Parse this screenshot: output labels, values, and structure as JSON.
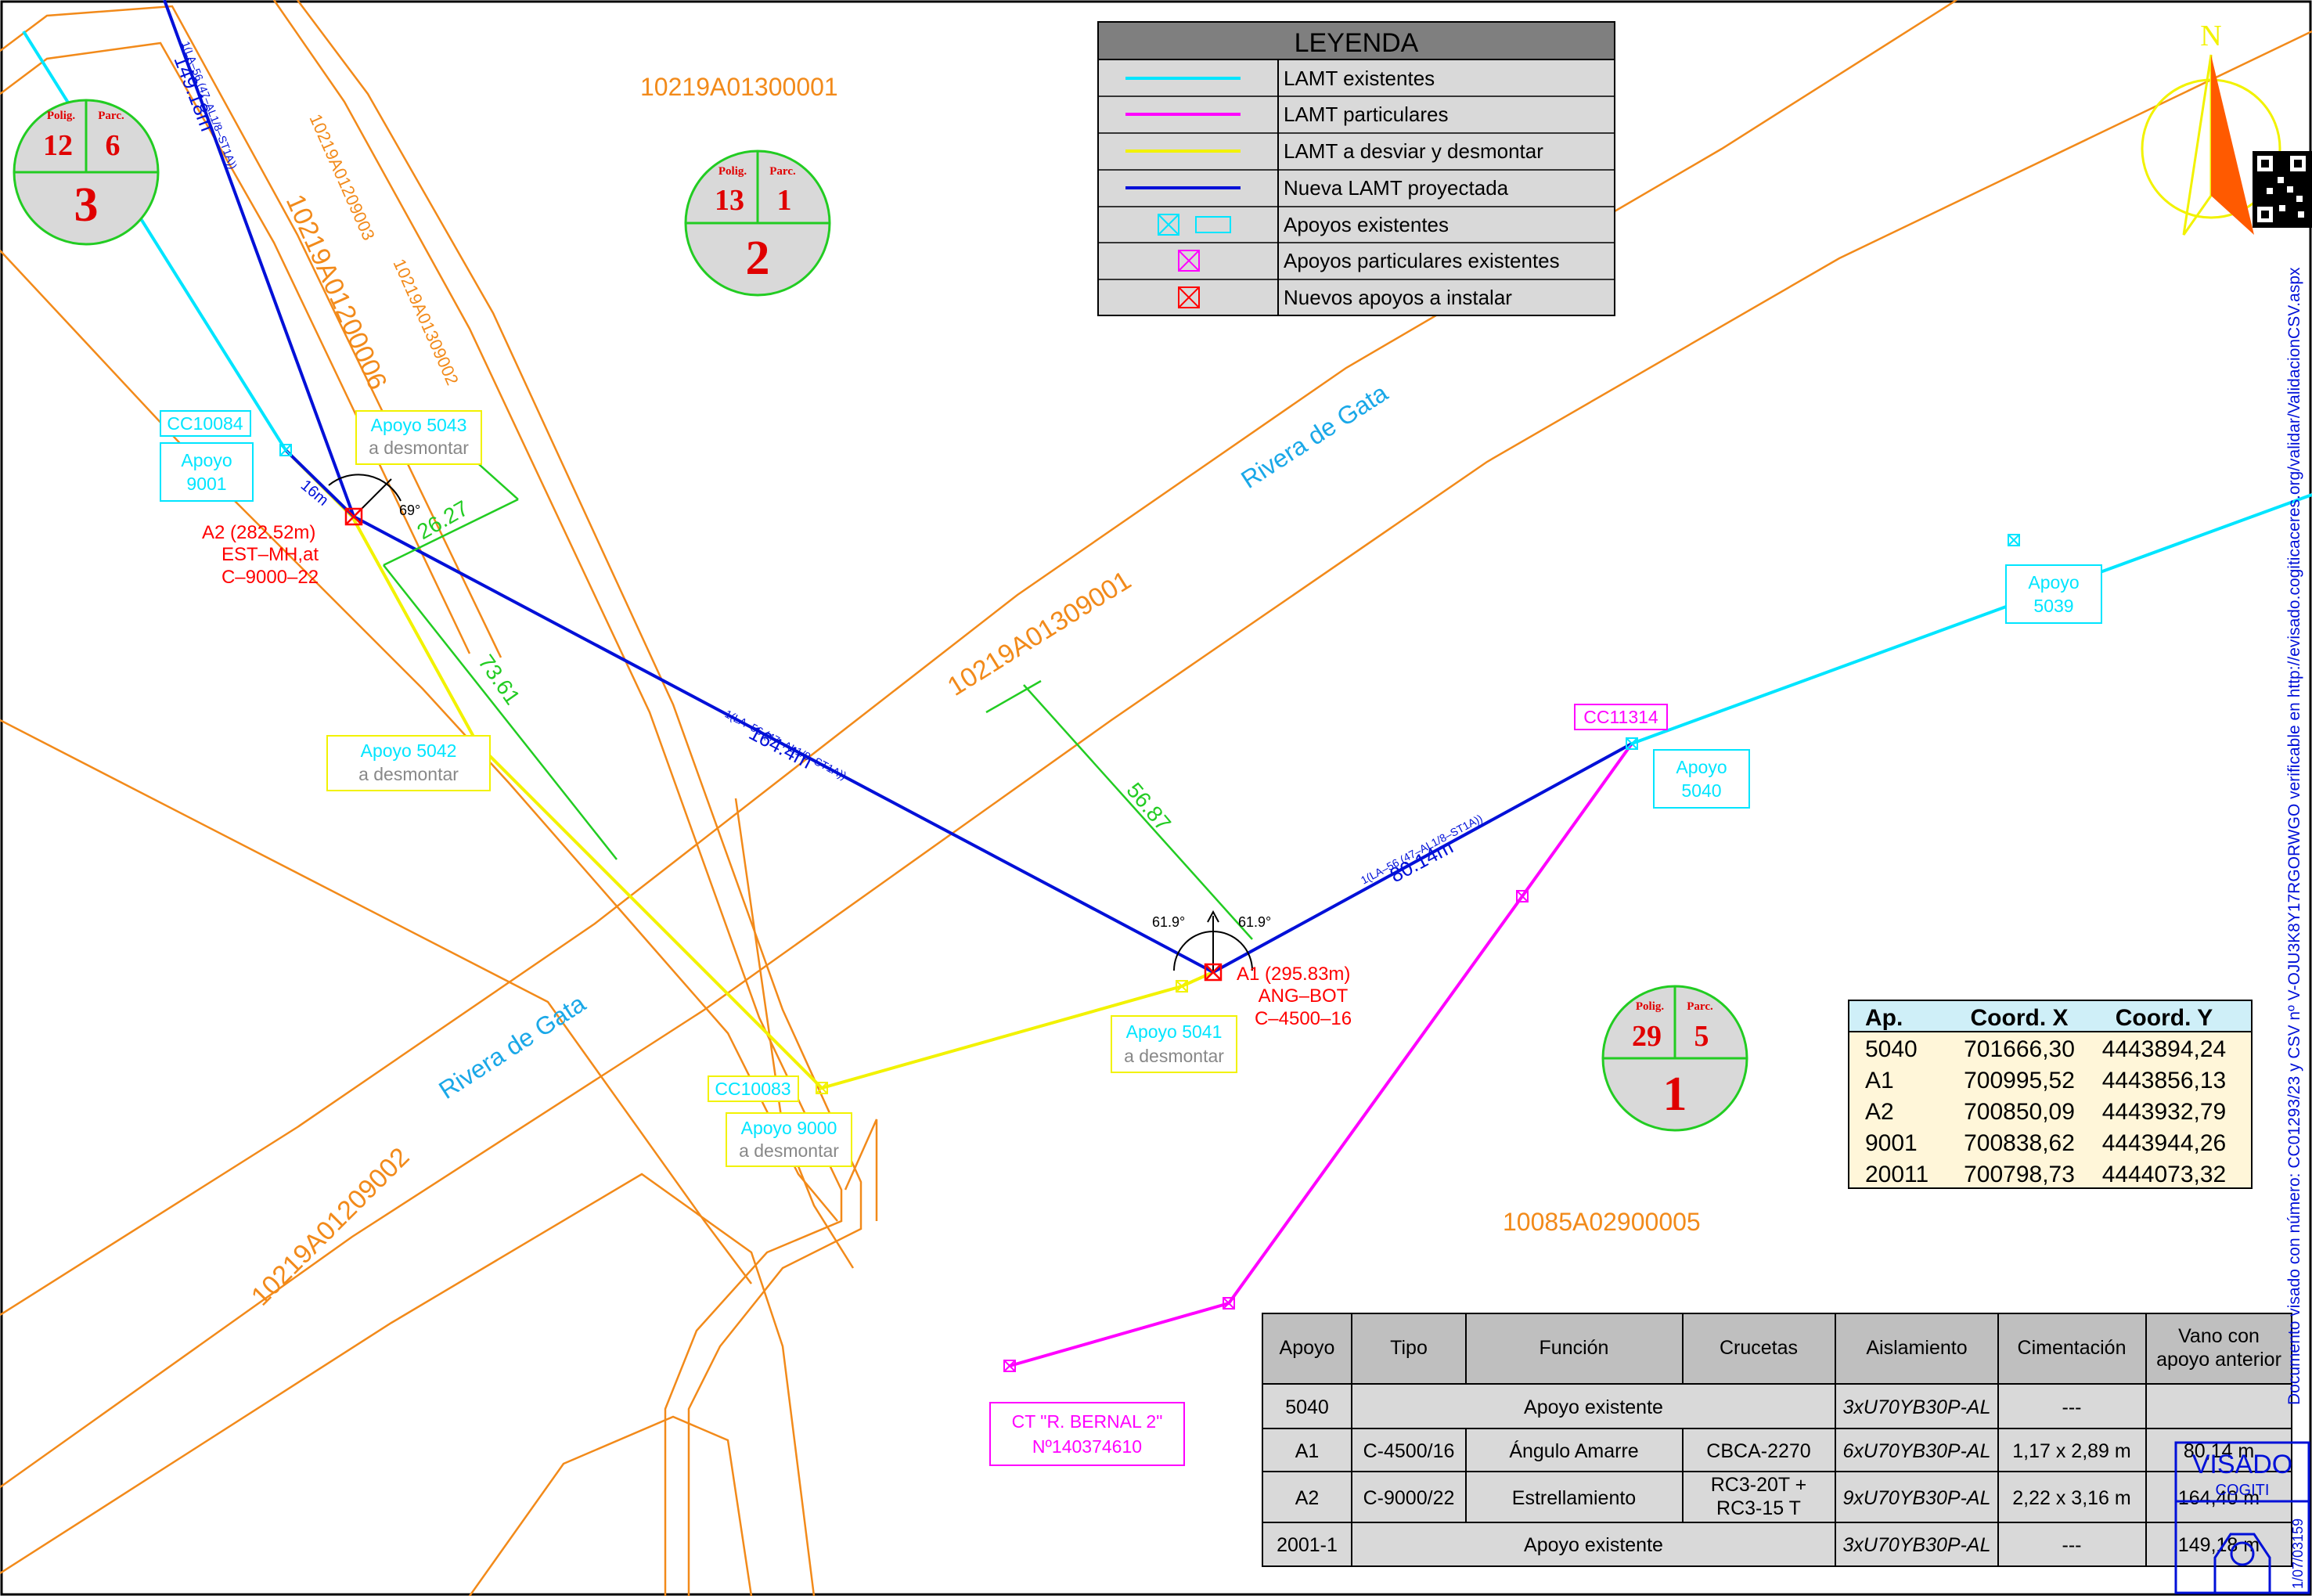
{
  "legend": {
    "title": "LEYENDA",
    "items": [
      {
        "label": "LAMT existentes",
        "color": "#00e5ff"
      },
      {
        "label": "LAMT particulares",
        "color": "#ff00ff"
      },
      {
        "label": "LAMT a desviar y desmontar",
        "color": "#f2f200"
      },
      {
        "label": "Nueva LAMT proyectada",
        "color": "#0010d8"
      },
      {
        "label": "Apoyos existentes",
        "color": "#00e5ff"
      },
      {
        "label": "Apoyos particulares existentes",
        "color": "#ff00ff"
      },
      {
        "label": "Nuevos apoyos a instalar",
        "color": "#ff0000"
      }
    ]
  },
  "parcels": [
    {
      "polig_label": "Polig.",
      "parc_label": "Parc.",
      "polig": "12",
      "parc": "6",
      "num": "3"
    },
    {
      "polig_label": "Polig.",
      "parc_label": "Parc.",
      "polig": "13",
      "parc": "1",
      "num": "2"
    },
    {
      "polig_label": "Polig.",
      "parc_label": "Parc.",
      "polig": "29",
      "parc": "5",
      "num": "1"
    }
  ],
  "cadastral_refs": {
    "r1": "10219A01300001",
    "r2": "10219A01200006",
    "r3": "10219A01209003",
    "r4": "10219A01309002",
    "r5": "10219A01309001",
    "r6": "10219A01209002",
    "r7": "10085A02900005"
  },
  "river": {
    "top": "Rivera de Gata",
    "bottom": "Rivera de Gata"
  },
  "tags": {
    "cc10084": "CC10084",
    "apoyo9001": [
      "Apoyo",
      "9001"
    ],
    "apoyo5043": [
      "Apoyo  5043",
      "a  desmontar"
    ],
    "apoyo5042": [
      "Apoyo  5042",
      "a  desmontar"
    ],
    "cc10083": "CC10083",
    "apoyo9000": [
      "Apoyo  9000",
      "a  desmontar"
    ],
    "apoyo5041": [
      "Apoyo  5041",
      "a  desmontar"
    ],
    "cc11314": "CC11314",
    "apoyo5040": [
      "Apoyo",
      "5040"
    ],
    "apoyo5039": [
      "Apoyo",
      "5039"
    ],
    "ct": [
      "CT  \"R.  BERNAL  2\"",
      "Nº140374610"
    ]
  },
  "supports": {
    "a2": [
      "A2  (282.52m)",
      "EST–MH,at",
      "C–9000–22"
    ],
    "a1": [
      "A1  (295.83m)",
      "ANG–BOT",
      "C–4500–16"
    ]
  },
  "dimensions": {
    "d1": "16m",
    "d2": "26.27",
    "d3": "73.61",
    "d4": "56.87",
    "ang1": "69°",
    "ang2": "61.9°",
    "ang3": "61.9°"
  },
  "line_labels": {
    "l1_cable": "1(LA–56 (47–AL1/8–ST1A))",
    "l1_len": "149.18m",
    "l2_cable": "1(LA–56 (47–AL1/8–ST1A))",
    "l2_len": "164.4m",
    "l3_cable": "1(LA–56 (47–AL1/8–ST1A))",
    "l3_len": "80.14m"
  },
  "compass": {
    "north": "N"
  },
  "coords_table": {
    "headers": [
      "Ap.",
      "Coord. X",
      "Coord. Y"
    ],
    "rows": [
      [
        "5040",
        "701666,30",
        "4443894,24"
      ],
      [
        "A1",
        "700995,52",
        "4443856,13"
      ],
      [
        "A2",
        "700850,09",
        "4443932,79"
      ],
      [
        "9001",
        "700838,62",
        "4443944,26"
      ],
      [
        "20011",
        "700798,73",
        "4444073,32"
      ]
    ]
  },
  "support_table": {
    "headers": [
      "Apoyo",
      "Tipo",
      "Función",
      "Crucetas",
      "Aislamiento",
      "Cimentación",
      "Vano con",
      "apoyo anterior"
    ],
    "rows": [
      {
        "apoyo": "5040",
        "merged": "Apoyo existente",
        "aislamiento": "3xU70YB30P-AL",
        "cimentacion": "---",
        "vano": ""
      },
      {
        "apoyo": "A1",
        "tipo": "C-4500/16",
        "funcion": "Ángulo Amarre",
        "crucetas": "CBCA-2270",
        "aislamiento": "6xU70YB30P-AL",
        "cimentacion": "1,17 x 2,89 m",
        "vano": "80,14 m"
      },
      {
        "apoyo": "A2",
        "tipo": "C-9000/22",
        "funcion": "Estrellamiento",
        "crucetas1": "RC3-20T +",
        "crucetas2": "RC3-15 T",
        "aislamiento": "9xU70YB30P-AL",
        "cimentacion": "2,22 x 3,16 m",
        "vano": "164,40 m"
      },
      {
        "apoyo": "2001-1",
        "merged": "Apoyo existente",
        "aislamiento": "3xU70YB30P-AL",
        "cimentacion": "---",
        "vano": "149,18 m"
      }
    ]
  },
  "stamp": {
    "visado": "VISADO",
    "college": "COGITI",
    "number": "1/07/03159"
  },
  "side_note": "Documento visado con número: CC01293/23 y CSV nº V-OJU3K8Y17RGORWGO verificable en http://evisado.cogiticaceres.org/validar/ValidacionCSV.aspx"
}
